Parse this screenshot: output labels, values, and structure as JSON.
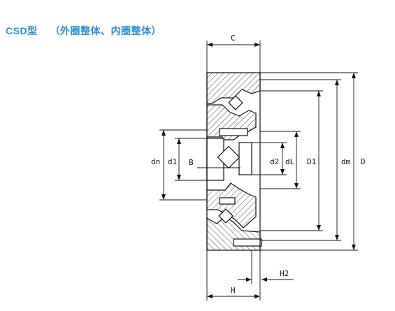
{
  "title": {
    "model": "CSD型",
    "subtitle": "（外圈整体、内圈整体）",
    "color": "#2A8FD4"
  },
  "dimensions": {
    "C": "C",
    "B": "B",
    "dn": "dn",
    "d1": "d1",
    "d2": "d2",
    "dL": "dL",
    "D1": "D1",
    "dm": "dm",
    "D": "D",
    "H": "H",
    "H2": "H2"
  }
}
